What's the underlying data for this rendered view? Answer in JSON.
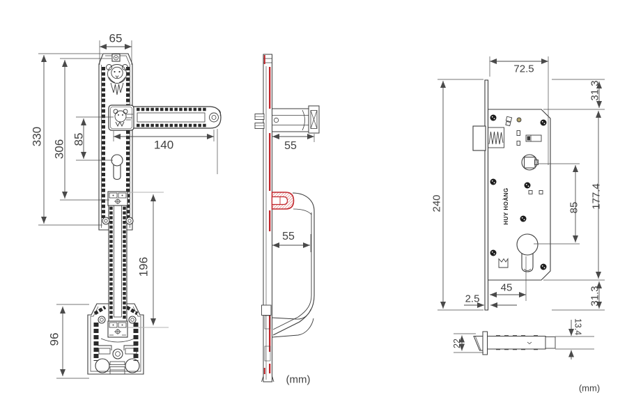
{
  "drawing": {
    "front_view": {
      "dims": {
        "top_width": "65",
        "overall_height": "330",
        "plate_height": "306",
        "handle_to_keyhole": "85",
        "lever_length": "140",
        "pull_bar_length": "196",
        "base_height": "96"
      }
    },
    "side_view": {
      "dims": {
        "lever_depth": "55",
        "grip_depth": "55"
      },
      "units_note": "(mm)"
    },
    "lock_body_view": {
      "brand": "HUY HOÀNG",
      "dims": {
        "case_width": "72.5",
        "top_offset": "31.3",
        "faceplate_height": "240",
        "case_height": "177.4",
        "hub_to_cylinder": "85",
        "backset": "45",
        "faceplate_thickness": "2.5",
        "bottom_offset": "31.3"
      }
    },
    "latch_bolt_view": {
      "dims": {
        "head_height": "22",
        "body_height": "13.4"
      },
      "units_note": "(mm)"
    },
    "colors": {
      "line": "#3b3b3b",
      "dim": "#4a4a4a",
      "accent_red": "#c1272d",
      "hatch": "#e8a8a8"
    }
  }
}
